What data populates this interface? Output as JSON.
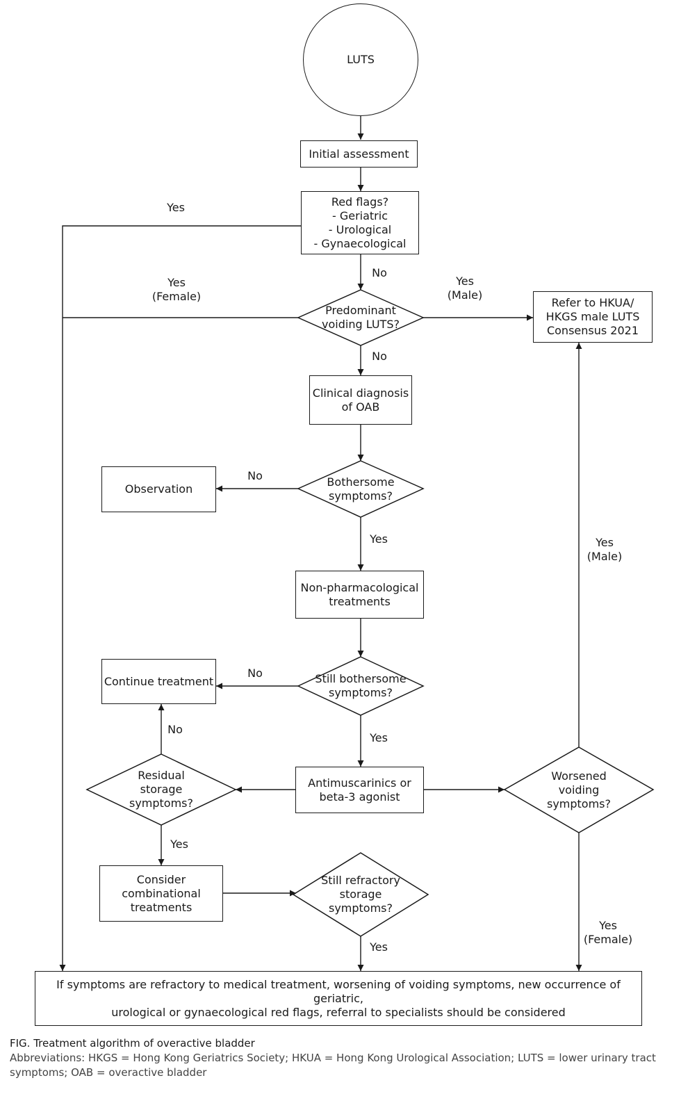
{
  "diagram": {
    "nodes": {
      "luts": "LUTS",
      "initial_assessment": "Initial assessment",
      "red_flags": "Red flags?\n- Geriatric\n- Urological\n- Gynaecological",
      "predominant_voiding": "Predominant\nvoiding LUTS?",
      "refer_hkua": "Refer to HKUA/\nHKGS male LUTS\nConsensus 2021",
      "clinical_diagnosis": "Clinical diagnosis\nof OAB",
      "bothersome": "Bothersome\nsymptoms?",
      "observation": "Observation",
      "non_pharm": "Non-pharmacological\ntreatments",
      "still_bothersome": "Still bothersome\nsymptoms?",
      "continue_treatment": "Continue treatment",
      "antimuscarinics": "Antimuscarinics or\nbeta-3 agonist",
      "residual_storage": "Residual\nstorage\nsymptoms?",
      "worsened_voiding": "Worsened\nvoiding\nsymptoms?",
      "consider_combination": "Consider\ncombinational\ntreatments",
      "still_refractory": "Still refractory\nstorage\nsymptoms?",
      "final_referral": "If symptoms are refractory to medical treatment, worsening of voiding symptoms, new occurrence of geriatric,\nurological or gynaecological red flags, referral to specialists should be considered"
    },
    "edge_labels": {
      "red_flags_yes": "Yes",
      "red_flags_no": "No",
      "voiding_yes_female": "Yes\n(Female)",
      "voiding_yes_male": "Yes\n(Male)",
      "voiding_no": "No",
      "bothersome_no": "No",
      "bothersome_yes": "Yes",
      "still_bothersome_no": "No",
      "still_bothersome_yes": "Yes",
      "residual_no": "No",
      "residual_yes": "Yes",
      "worsened_yes_male": "Yes\n(Male)",
      "worsened_yes_female": "Yes\n(Female)",
      "refractory_yes": "Yes"
    }
  },
  "caption": {
    "title": "FIG. Treatment algorithm of overactive bladder",
    "abbreviations": "Abbreviations: HKGS = Hong Kong Geriatrics Society; HKUA = Hong Kong Urological Association; LUTS = lower urinary tract symptoms; OAB = overactive bladder"
  }
}
